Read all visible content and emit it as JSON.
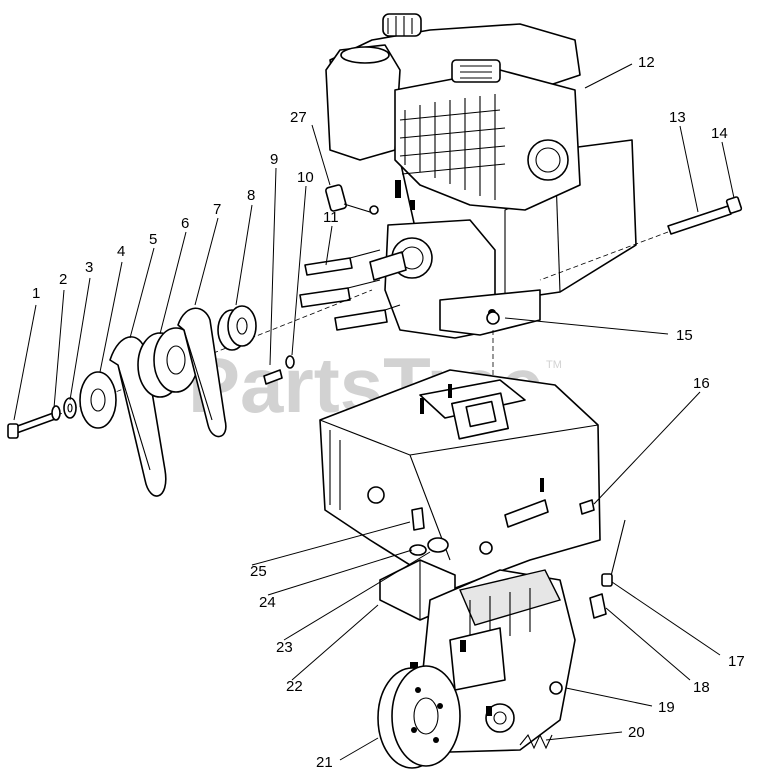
{
  "watermark": {
    "brand": "PartsTree",
    "trademark": "TM"
  },
  "callouts": {
    "c1": "1",
    "c2": "2",
    "c3": "3",
    "c4": "4",
    "c5": "5",
    "c6": "6",
    "c7": "7",
    "c8": "8",
    "c9": "9",
    "c10": "10",
    "c11": "11",
    "c12": "12",
    "c13": "13",
    "c14": "14",
    "c15": "15",
    "c16": "16",
    "c17": "17",
    "c18": "18",
    "c19": "19",
    "c20": "20",
    "c21": "21",
    "c22": "22",
    "c23": "23",
    "c24": "24",
    "c25": "25",
    "c27": "27"
  }
}
